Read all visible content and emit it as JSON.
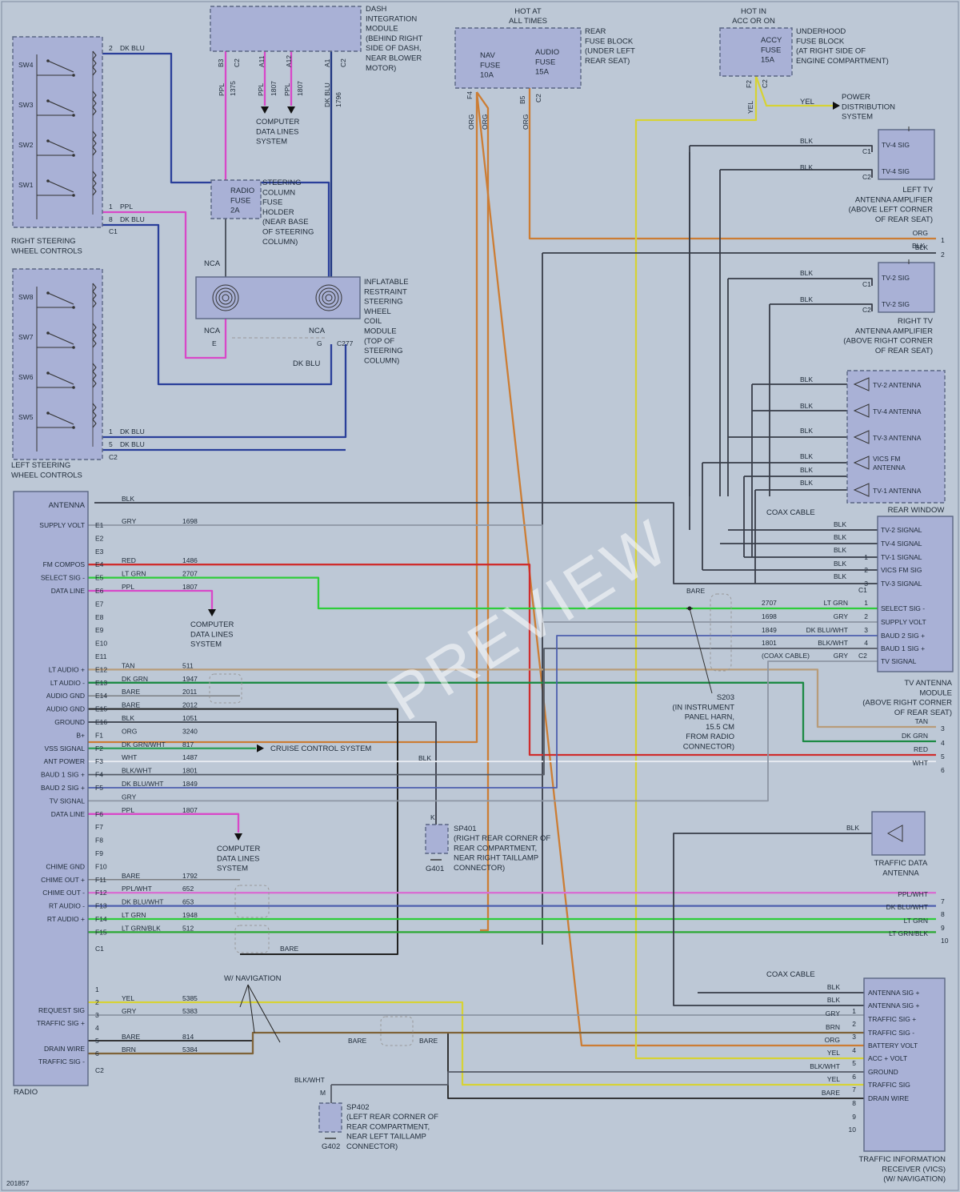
{
  "diagram_number": "201857",
  "watermark": "PREVIEW",
  "colors": {
    "BLK": "#383d48",
    "DKBLU": "#2a3f9a",
    "PPL": "#d848c8",
    "ORG": "#cc7d34",
    "YEL": "#d6d236",
    "GRY": "#8d96a4",
    "RED": "#cf2d2d",
    "LTGRN": "#2ecd3a",
    "DKGRN": "#1d8a44",
    "TAN": "#b89c7a",
    "WHT": "#e9ecf2",
    "BRN": "#7f6339",
    "PPLWHT": "#d86fd2",
    "DKBLUWHT": "#4d5fae",
    "LTGRNBLK": "#2aa832",
    "DKGRNWHT": "#35a05d",
    "BLKWHT": "#555b66",
    "DKBLUOUT": "#1f3580"
  },
  "components": {
    "rsw": {
      "lines": [
        "RIGHT STEERING",
        "WHEEL CONTROLS"
      ],
      "switches": [
        "SW4",
        "SW3",
        "SW2",
        "SW1"
      ],
      "connector": "C1",
      "pins": [
        {
          "num": "2",
          "color": "DK BLU"
        },
        {
          "num": "1",
          "color": "PPL"
        },
        {
          "num": "8",
          "color": "DK BLU"
        }
      ]
    },
    "lsw": {
      "lines": [
        "LEFT STEERING",
        "WHEEL CONTROLS"
      ],
      "switches": [
        "SW8",
        "SW7",
        "SW6",
        "SW5"
      ],
      "connector": "C2",
      "pins": [
        {
          "num": "1",
          "color": "DK BLU"
        },
        {
          "num": "5",
          "color": "DK BLU"
        }
      ]
    },
    "dim": {
      "lines": [
        "DASH",
        "INTEGRATION",
        "MODULE",
        "(BEHIND RIGHT",
        "SIDE OF DASH,",
        "NEAR BLOWER",
        "MOTOR)"
      ],
      "pins": [
        "B3",
        "C2",
        "A11",
        "A12",
        "A1",
        "C2"
      ],
      "wires": [
        {
          "color": "PPL",
          "circuit": "1375"
        },
        {
          "color": "PPL",
          "circuit": "1807"
        },
        {
          "color": "PPL",
          "circuit": "1807"
        },
        {
          "color": "DK BLU",
          "circuit": "1796"
        }
      ]
    },
    "cdl_top": {
      "lines": [
        "COMPUTER",
        "DATA LINES",
        "SYSTEM"
      ]
    },
    "radio_fuse": {
      "label": [
        "RADIO",
        "FUSE",
        "2A"
      ],
      "lines": [
        "STEERING",
        "COLUMN",
        "FUSE",
        "HOLDER",
        "(NEAR BASE",
        "OF STEERING",
        "COLUMN)"
      ]
    },
    "nca": "NCA",
    "coil": {
      "lines": [
        "INFLATABLE",
        "RESTRAINT",
        "STEERING",
        "WHEEL",
        "COIL",
        "MODULE",
        "(TOP OF",
        "STEERING",
        "COLUMN)"
      ],
      "pins": [
        "E",
        "G"
      ],
      "connector": "C277",
      "wire": "DK BLU"
    },
    "rear_fuse": {
      "hot": [
        "HOT AT",
        "ALL TIMES"
      ],
      "lines": [
        "REAR",
        "FUSE BLOCK",
        "(UNDER LEFT",
        "REAR SEAT)"
      ],
      "fuses": [
        [
          "NAV",
          "FUSE",
          "10A"
        ],
        [
          "AUDIO",
          "FUSE",
          "15A"
        ]
      ],
      "pins": [
        "F4",
        "B5",
        "C2"
      ],
      "wires": [
        "ORG",
        "ORG",
        "ORG"
      ]
    },
    "uh_fuse": {
      "hot": [
        "HOT IN",
        "ACC OR ON"
      ],
      "lines": [
        "UNDERHOOD",
        "FUSE BLOCK",
        "(AT RIGHT SIDE OF",
        "ENGINE COMPARTMENT)"
      ],
      "fuse": [
        "ACCY",
        "FUSE",
        "15A"
      ],
      "pins": [
        "F2",
        "C2"
      ],
      "wire": "YEL"
    },
    "power_dist": {
      "lines": [
        "POWER",
        "DISTRIBUTION",
        "SYSTEM"
      ],
      "wire": "YEL"
    },
    "ltv": {
      "lines": [
        "LEFT TV",
        "ANTENNA AMPLIFIER",
        "(ABOVE LEFT CORNER",
        "OF REAR SEAT)"
      ],
      "sigs": [
        "TV-4 SIG",
        "TV-4 SIG"
      ],
      "conns": [
        "C1",
        "C2"
      ]
    },
    "rtv": {
      "lines": [
        "RIGHT TV",
        "ANTENNA AMPLIFIER",
        "(ABOVE RIGHT CORNER",
        "OF REAR SEAT)"
      ],
      "sigs": [
        "TV-2 SIG",
        "TV-2 SIG"
      ],
      "conns": [
        "C1",
        "C2"
      ]
    },
    "rear_window": {
      "label": "REAR WINDOW",
      "antennas": [
        "TV-2 ANTENNA",
        "TV-4 ANTENNA",
        "TV-3 ANTENNA",
        "VICS FM ANTENNA",
        "TV-1 ANTENNA"
      ]
    },
    "coax": "COAX CABLE",
    "tvm": {
      "lines": [
        "TV ANTENNA",
        "MODULE",
        "(ABOVE RIGHT CORNER",
        "OF REAR SEAT)"
      ],
      "sigs": [
        "TV-2 SIGNAL",
        "TV-4 SIGNAL",
        "TV-1 SIGNAL",
        "VICS FM SIG",
        "TV-3 SIGNAL"
      ],
      "sig_pins": [
        "",
        "",
        "1",
        "2",
        "3"
      ],
      "conn1": "C1",
      "sigs2": [
        "SELECT SIG -",
        "SUPPLY VOLT",
        "BAUD 2 SIG +",
        "BAUD 1 SIG +",
        "TV SIGNAL"
      ],
      "conn2": "C2",
      "wires2": [
        {
          "num": "2707",
          "color": "LT GRN",
          "pin": "1"
        },
        {
          "num": "1698",
          "color": "GRY",
          "pin": "2"
        },
        {
          "num": "1849",
          "color": "DK BLU/WHT",
          "pin": "3"
        },
        {
          "num": "1801",
          "color": "BLK/WHT",
          "pin": "4"
        },
        {
          "num": "(COAX CABLE)",
          "color": "GRY",
          "pin": ""
        }
      ]
    },
    "bare": "BARE",
    "s203": {
      "lines": [
        "S203",
        "(IN INSTRUMENT",
        "PANEL HARN,",
        "15.5 CM",
        "FROM RADIO",
        "CONNECTOR)"
      ]
    },
    "radio": {
      "label": "RADIO",
      "antenna": "ANTENNA",
      "c1_left": [
        "SUPPLY VOLT",
        "",
        "",
        "FM COMPOS",
        "SELECT SIG -",
        "DATA LINE",
        "",
        "",
        "",
        "",
        "",
        "LT AUDIO +",
        "LT AUDIO -",
        "AUDIO GND",
        "AUDIO GND",
        "GROUND",
        "B+",
        "VSS SIGNAL",
        "ANT POWER",
        "BAUD 1 SIG +",
        "BAUD 2 SIG +",
        "TV SIGNAL",
        "DATA LINE",
        "",
        "",
        "",
        "CHIME GND",
        "CHIME OUT +",
        "CHIME OUT -",
        "RT AUDIO -",
        "RT AUDIO +"
      ],
      "c1_pins": [
        "E1",
        "E2",
        "E3",
        "E4",
        "E5",
        "E6",
        "E7",
        "E8",
        "E9",
        "E10",
        "E11",
        "E12",
        "E13",
        "E14",
        "E15",
        "E16",
        "F1",
        "F2",
        "F3",
        "F4",
        "F5",
        "",
        "F6",
        "F7",
        "F8",
        "F9",
        "F10",
        "F11",
        "F12",
        "F13",
        "F14",
        "F15"
      ],
      "c1_conn": "C1",
      "c2_left": [
        "",
        "REQUEST SIG",
        "TRAFFIC SIG +",
        "",
        "DRAIN WIRE",
        "TRAFFIC SIG -"
      ],
      "c2_pins": [
        "1",
        "2",
        "3",
        "4",
        "5",
        "6"
      ],
      "c2_conn": "C2",
      "wires": [
        {
          "color": "GRY",
          "circuit": "1698"
        },
        {
          "color": "RED",
          "circuit": "1486"
        },
        {
          "color": "LT GRN",
          "circuit": "2707"
        },
        {
          "color": "PPL",
          "circuit": "1807"
        },
        {
          "color": "TAN",
          "circuit": "511"
        },
        {
          "color": "DK GRN",
          "circuit": "1947"
        },
        {
          "color": "BARE",
          "circuit": "2011"
        },
        {
          "color": "BARE",
          "circuit": "2012"
        },
        {
          "color": "BLK",
          "circuit": "1051"
        },
        {
          "color": "ORG",
          "circuit": "3240"
        },
        {
          "color": "DK GRN/WHT",
          "circuit": "817"
        },
        {
          "color": "WHT",
          "circuit": "1487"
        },
        {
          "color": "BLK/WHT",
          "circuit": "1801"
        },
        {
          "color": "DK BLU/WHT",
          "circuit": "1849"
        },
        {
          "color": "GRY",
          "circuit": ""
        },
        {
          "color": "PPL",
          "circuit": "1807"
        },
        {
          "color": "BARE",
          "circuit": "1792"
        },
        {
          "color": "PPL/WHT",
          "circuit": "652"
        },
        {
          "color": "DK BLU/WHT",
          "circuit": "653"
        },
        {
          "color": "LT GRN",
          "circuit": "1948"
        },
        {
          "color": "LT GRN/BLK",
          "circuit": "512"
        }
      ],
      "c2_wires": [
        {
          "color": "YEL",
          "circuit": "5385"
        },
        {
          "color": "GRY",
          "circuit": "5383"
        },
        {
          "color": "BARE",
          "circuit": "814"
        },
        {
          "color": "BRN",
          "circuit": "5384"
        }
      ],
      "bare": "BARE",
      "blk": "BLK",
      "ant_wire": "BLK"
    },
    "cruise": "CRUISE CONTROL SYSTEM",
    "cdl_mid": {
      "lines": [
        "COMPUTER",
        "DATA LINES",
        "SYSTEM"
      ]
    },
    "cdl_low": {
      "lines": [
        "COMPUTER",
        "DATA LINES",
        "SYSTEM"
      ]
    },
    "sp401": {
      "pin": "K",
      "label": "SP401",
      "lines": [
        "(RIGHT REAR CORNER OF",
        "REAR COMPARTMENT,",
        "NEAR RIGHT TAILLAMP",
        "CONNECTOR)"
      ],
      "ground": "G401",
      "wire": "BLK"
    },
    "sp402": {
      "pin": "M",
      "label": "SP402",
      "lines": [
        "(LEFT REAR CORNER OF",
        "REAR COMPARTMENT,",
        "NEAR LEFT TAILLAMP",
        "CONNECTOR)"
      ],
      "ground": "G402",
      "wire": "BLK/WHT"
    },
    "traffic_ant": {
      "lines": [
        "TRAFFIC DATA",
        "ANTENNA"
      ],
      "wire": "BLK"
    },
    "vics": {
      "lines": [
        "TRAFFIC INFORMATION",
        "RECEIVER (VICS)",
        "(W/ NAVIGATION)"
      ],
      "sigs": [
        "ANTENNA SIG +",
        "ANTENNA SIG +",
        "TRAFFIC SIG +",
        "TRAFFIC SIG -",
        "BATTERY VOLT",
        "ACC + VOLT",
        "GROUND",
        "TRAFFIC SIG",
        "DRAIN WIRE"
      ],
      "pins": [
        "",
        "",
        "1",
        "2",
        "3",
        "4",
        "5",
        "6",
        "7",
        "8",
        "9",
        "10"
      ],
      "wires": [
        "BLK",
        "BLK",
        "GRY",
        "BRN",
        "ORG",
        "YEL",
        "BLK/WHT",
        "YEL",
        "BARE"
      ]
    },
    "w_nav": "W/ NAVIGATION",
    "right_edge": [
      {
        "pin": "1",
        "color": "ORG"
      },
      {
        "pin": "2",
        "color": "BLK"
      },
      {
        "pin": "3",
        "color": "TAN"
      },
      {
        "pin": "4",
        "color": "DK GRN"
      },
      {
        "pin": "5",
        "color": "RED"
      },
      {
        "pin": "6",
        "color": "WHT"
      },
      {
        "pin": "7",
        "color": "PPL/WHT"
      },
      {
        "pin": "8",
        "color": "DK BLU/WHT"
      },
      {
        "pin": "9",
        "color": "LT GRN"
      },
      {
        "pin": "10",
        "color": "LT GRN/BLK"
      }
    ],
    "blk_labels": [
      "BLK",
      "BLK",
      "BLK",
      "BLK",
      "BLK",
      "BLK",
      "BLK",
      "BLK",
      "BLK",
      "BLK",
      "BLK",
      "BLK",
      "BLK",
      "BLK",
      "BLK",
      "BLK",
      "BLK"
    ]
  }
}
